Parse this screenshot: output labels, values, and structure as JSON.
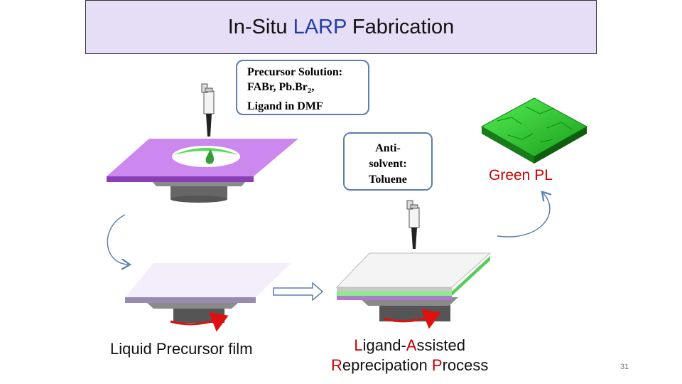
{
  "title": {
    "prefix": "In-Situ ",
    "highlight": "LARP",
    "suffix": " Fabrication"
  },
  "callout_precursor": {
    "line1": "Precursor Solution:",
    "line2_a": "FABr, Pb.Br",
    "line2_sub": "2",
    "line2_b": ",",
    "line3": "Ligand in DMF"
  },
  "callout_antisolvent": {
    "line1": "Anti-",
    "line2": "solvent:",
    "line3": "Toluene"
  },
  "green_pl": "Green PL",
  "label_liquid": "Liquid Precursor film",
  "label_larp": {
    "l1": "L",
    "igand": "igand-",
    "a": "A",
    "ssisted": "ssisted",
    "r": "R",
    "eprecipation": "eprecipation ",
    "p": "P",
    "rocess": "rocess"
  },
  "page_number": "31",
  "colors": {
    "accent_blue": "#1f3fa8",
    "red": "#c00000",
    "title_bg": "#e6ddf6",
    "green": "#33cc33"
  }
}
